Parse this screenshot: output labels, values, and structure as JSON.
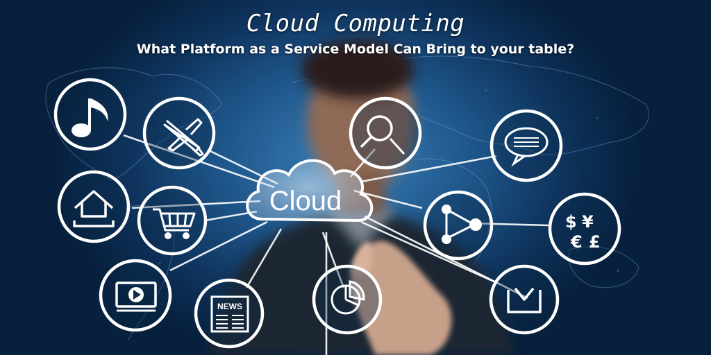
{
  "header": {
    "title": "Cloud Computing",
    "subtitle": "What Platform as a Service Model Can Bring to your table?"
  },
  "cloud": {
    "label": "Cloud"
  },
  "icons": {
    "news_label": "NEWS",
    "currency_glyphs": [
      "$",
      "¥",
      "€",
      "£"
    ]
  },
  "colors": {
    "background_dark": "#07203d",
    "background_glow": "#3a7fb8",
    "line": "#ffffff"
  }
}
